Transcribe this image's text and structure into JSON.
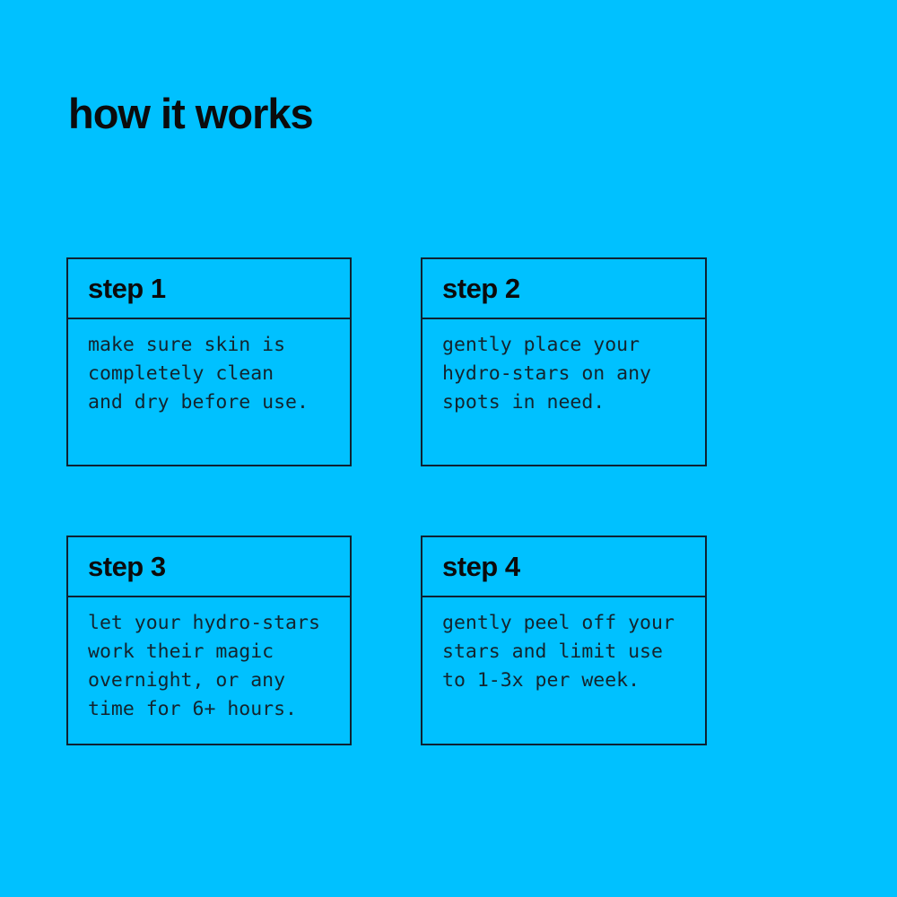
{
  "page": {
    "title": "how it works",
    "background_color": "#00c1ff",
    "border_color": "#0e2233",
    "heading_color": "#0b0b0c",
    "body_text_color": "#13242e"
  },
  "steps": [
    {
      "label": "step 1",
      "description": "make sure skin is\ncompletely clean\nand dry before use."
    },
    {
      "label": "step 2",
      "description": "gently place your\nhydro-stars on any\nspots in need."
    },
    {
      "label": "step 3",
      "description": "let your hydro-stars\nwork their magic\novernight, or any\ntime for 6+ hours."
    },
    {
      "label": "step 4",
      "description": "gently peel off your\nstars and limit use\nto 1-3x per week."
    }
  ]
}
